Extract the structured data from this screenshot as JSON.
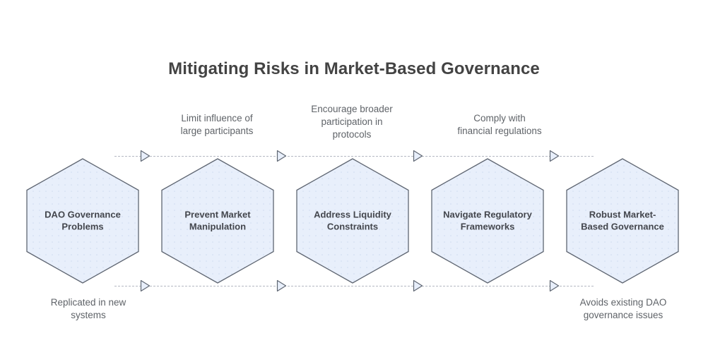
{
  "title": "Mitigating Risks in Market-Based Governance",
  "colors": {
    "hex_fill": "#e8effb",
    "hex_stroke": "#5f6672",
    "title_text": "#434343",
    "hex_text": "#43464d",
    "caption_text": "#5f6368",
    "rail": "#b4b8c2",
    "arrow_fill": "#e8effb",
    "arrow_stroke": "#5f6672",
    "background": "#ffffff"
  },
  "stages": [
    {
      "label": "DAO Governance\nProblems",
      "name": "dao-governance-problems"
    },
    {
      "label": "Prevent Market\nManipulation",
      "name": "prevent-market-manipulation"
    },
    {
      "label": "Address Liquidity\nConstraints",
      "name": "address-liquidity-constraints"
    },
    {
      "label": "Navigate Regulatory\nFrameworks",
      "name": "navigate-regulatory-frameworks"
    },
    {
      "label": "Robust Market-\nBased Governance",
      "name": "robust-market-based-governance"
    }
  ],
  "captions_top": [
    {
      "text": "Limit influence of\nlarge participants",
      "name": "caption-limit-influence"
    },
    {
      "text": "Encourage broader\nparticipation in\nprotocols",
      "name": "caption-encourage-participation"
    },
    {
      "text": "Comply with\nfinancial regulations",
      "name": "caption-comply-regulations"
    }
  ],
  "captions_bottom": [
    {
      "text": "Replicated in new\nsystems",
      "name": "caption-replicated-new-systems"
    },
    {
      "text": "Avoids existing DAO\ngovernance issues",
      "name": "caption-avoids-dao-issues"
    }
  ],
  "connectors": {
    "top_arrow_count": 4,
    "bottom_arrow_count": 4,
    "style": "dashed-line-with-hollow-arrowhead"
  }
}
